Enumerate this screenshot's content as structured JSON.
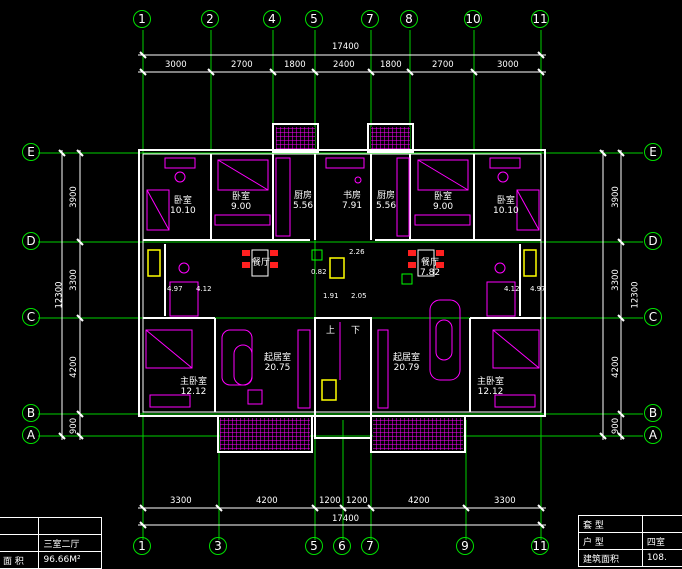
{
  "top_axes": [
    "1",
    "2",
    "4",
    "5",
    "7",
    "8",
    "10",
    "11"
  ],
  "bottom_axes": [
    "1",
    "3",
    "5",
    "6",
    "7",
    "9",
    "11"
  ],
  "left_axes": [
    "E",
    "D",
    "C",
    "B",
    "A"
  ],
  "right_axes": [
    "E",
    "D",
    "C",
    "B",
    "A"
  ],
  "top_total": "17400",
  "top_dims": [
    "3000",
    "2700",
    "1800",
    "2400",
    "1800",
    "2700",
    "3000"
  ],
  "bottom_total": "17400",
  "bottom_dims": [
    "3300",
    "4200",
    "1200",
    "1200",
    "4200",
    "3300"
  ],
  "left_total": "12300",
  "left_dims": [
    "3900",
    "3300",
    "4200",
    "900"
  ],
  "right_total": "12300",
  "right_dims": [
    "3900",
    "3300",
    "4200",
    "900"
  ],
  "rooms": [
    {
      "name": "卧室",
      "area": "10.10"
    },
    {
      "name": "卧室",
      "area": "9.00"
    },
    {
      "name": "厨房",
      "area": "5.56"
    },
    {
      "name": "书房",
      "area": "7.91"
    },
    {
      "name": "厨房",
      "area": "5.56"
    },
    {
      "name": "卧室",
      "area": "9.00"
    },
    {
      "name": "卧室",
      "area": "10.10"
    },
    {
      "name": "餐厅",
      "area": ""
    },
    {
      "name": "餐厅",
      "area": "7.82"
    },
    {
      "name": "起居室",
      "area": "20.75"
    },
    {
      "name": "起居室",
      "area": "20.79"
    },
    {
      "name": "主卧室",
      "area": "12.12"
    },
    {
      "name": "主卧室",
      "area": "12.12"
    }
  ],
  "small_areas": [
    "4.97",
    "4.12",
    "4.97",
    "4.12",
    "0.82",
    "2.26",
    "1.91",
    "2.05"
  ],
  "stair": {
    "up": "上",
    "down": "下"
  },
  "left_table": [
    [
      "",
      ""
    ],
    [
      "",
      "三室二厅"
    ],
    [
      "面 积",
      "96.66M²"
    ]
  ],
  "right_table": [
    [
      "套 型",
      ""
    ],
    [
      "户 型",
      "四室"
    ],
    [
      "建筑面积",
      "108."
    ]
  ],
  "colors": {
    "axis": "#00e000",
    "wall": "#ffffff",
    "furniture": "#ff00ff",
    "dim": "#ffffff",
    "highlight": "#ffff00",
    "red": "#ff2020"
  }
}
